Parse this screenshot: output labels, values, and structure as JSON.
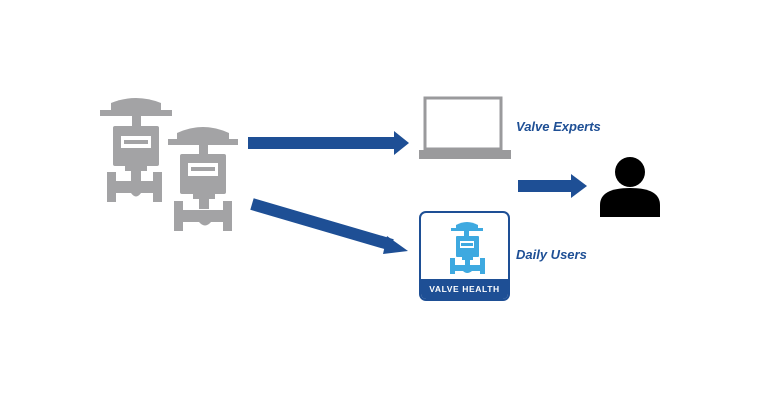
{
  "labels": {
    "valve_experts": "Valve Experts",
    "daily_users": "Daily Users",
    "app_name": "VALVE HEALTH"
  },
  "colors": {
    "arrow": "#1e4f95",
    "label_text": "#1e4f95",
    "valve_gray": "#a3a3a5",
    "laptop_gray": "#9a9a9c",
    "app_valve_blue": "#3ea9e0",
    "person": "#000000"
  },
  "icons": {
    "valves": "control-valve-icon",
    "laptop": "laptop-icon",
    "app": "valve-health-app-icon",
    "user": "person-icon"
  }
}
